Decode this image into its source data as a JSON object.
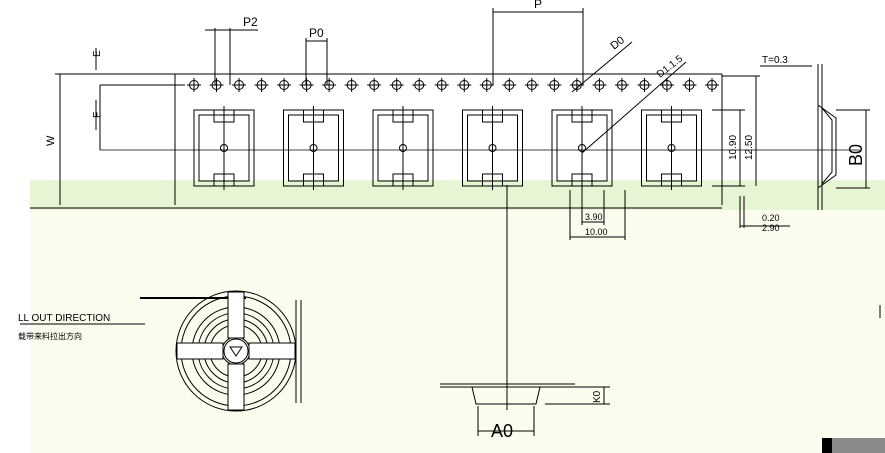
{
  "labels": {
    "p2": "P2",
    "p0": "P0",
    "p": "P",
    "d0": "D0",
    "d1": "D1.1.5",
    "t": "T=0.3",
    "e": "E",
    "f": "F",
    "w": "W",
    "b0": "B0",
    "a0": "A0",
    "k0": "K0",
    "dim_10_90": "10.90",
    "dim_12_50": "12.50",
    "dim_3_90": "3.90",
    "dim_10_00": "10.00",
    "dim_0_20": "0.20",
    "dim_2_90": "2.90",
    "pull_out_en": "LL OUT DIRECTION",
    "pull_out_cn": "载带来料拉出方向"
  },
  "colors": {
    "line": "#000000",
    "band_green": "#e6f5d3",
    "lower_panel": "#fcfcee",
    "corner_block": "#8a8a8a"
  },
  "pockets": {
    "count": 6
  },
  "sprocket_holes": {
    "count": 24
  }
}
